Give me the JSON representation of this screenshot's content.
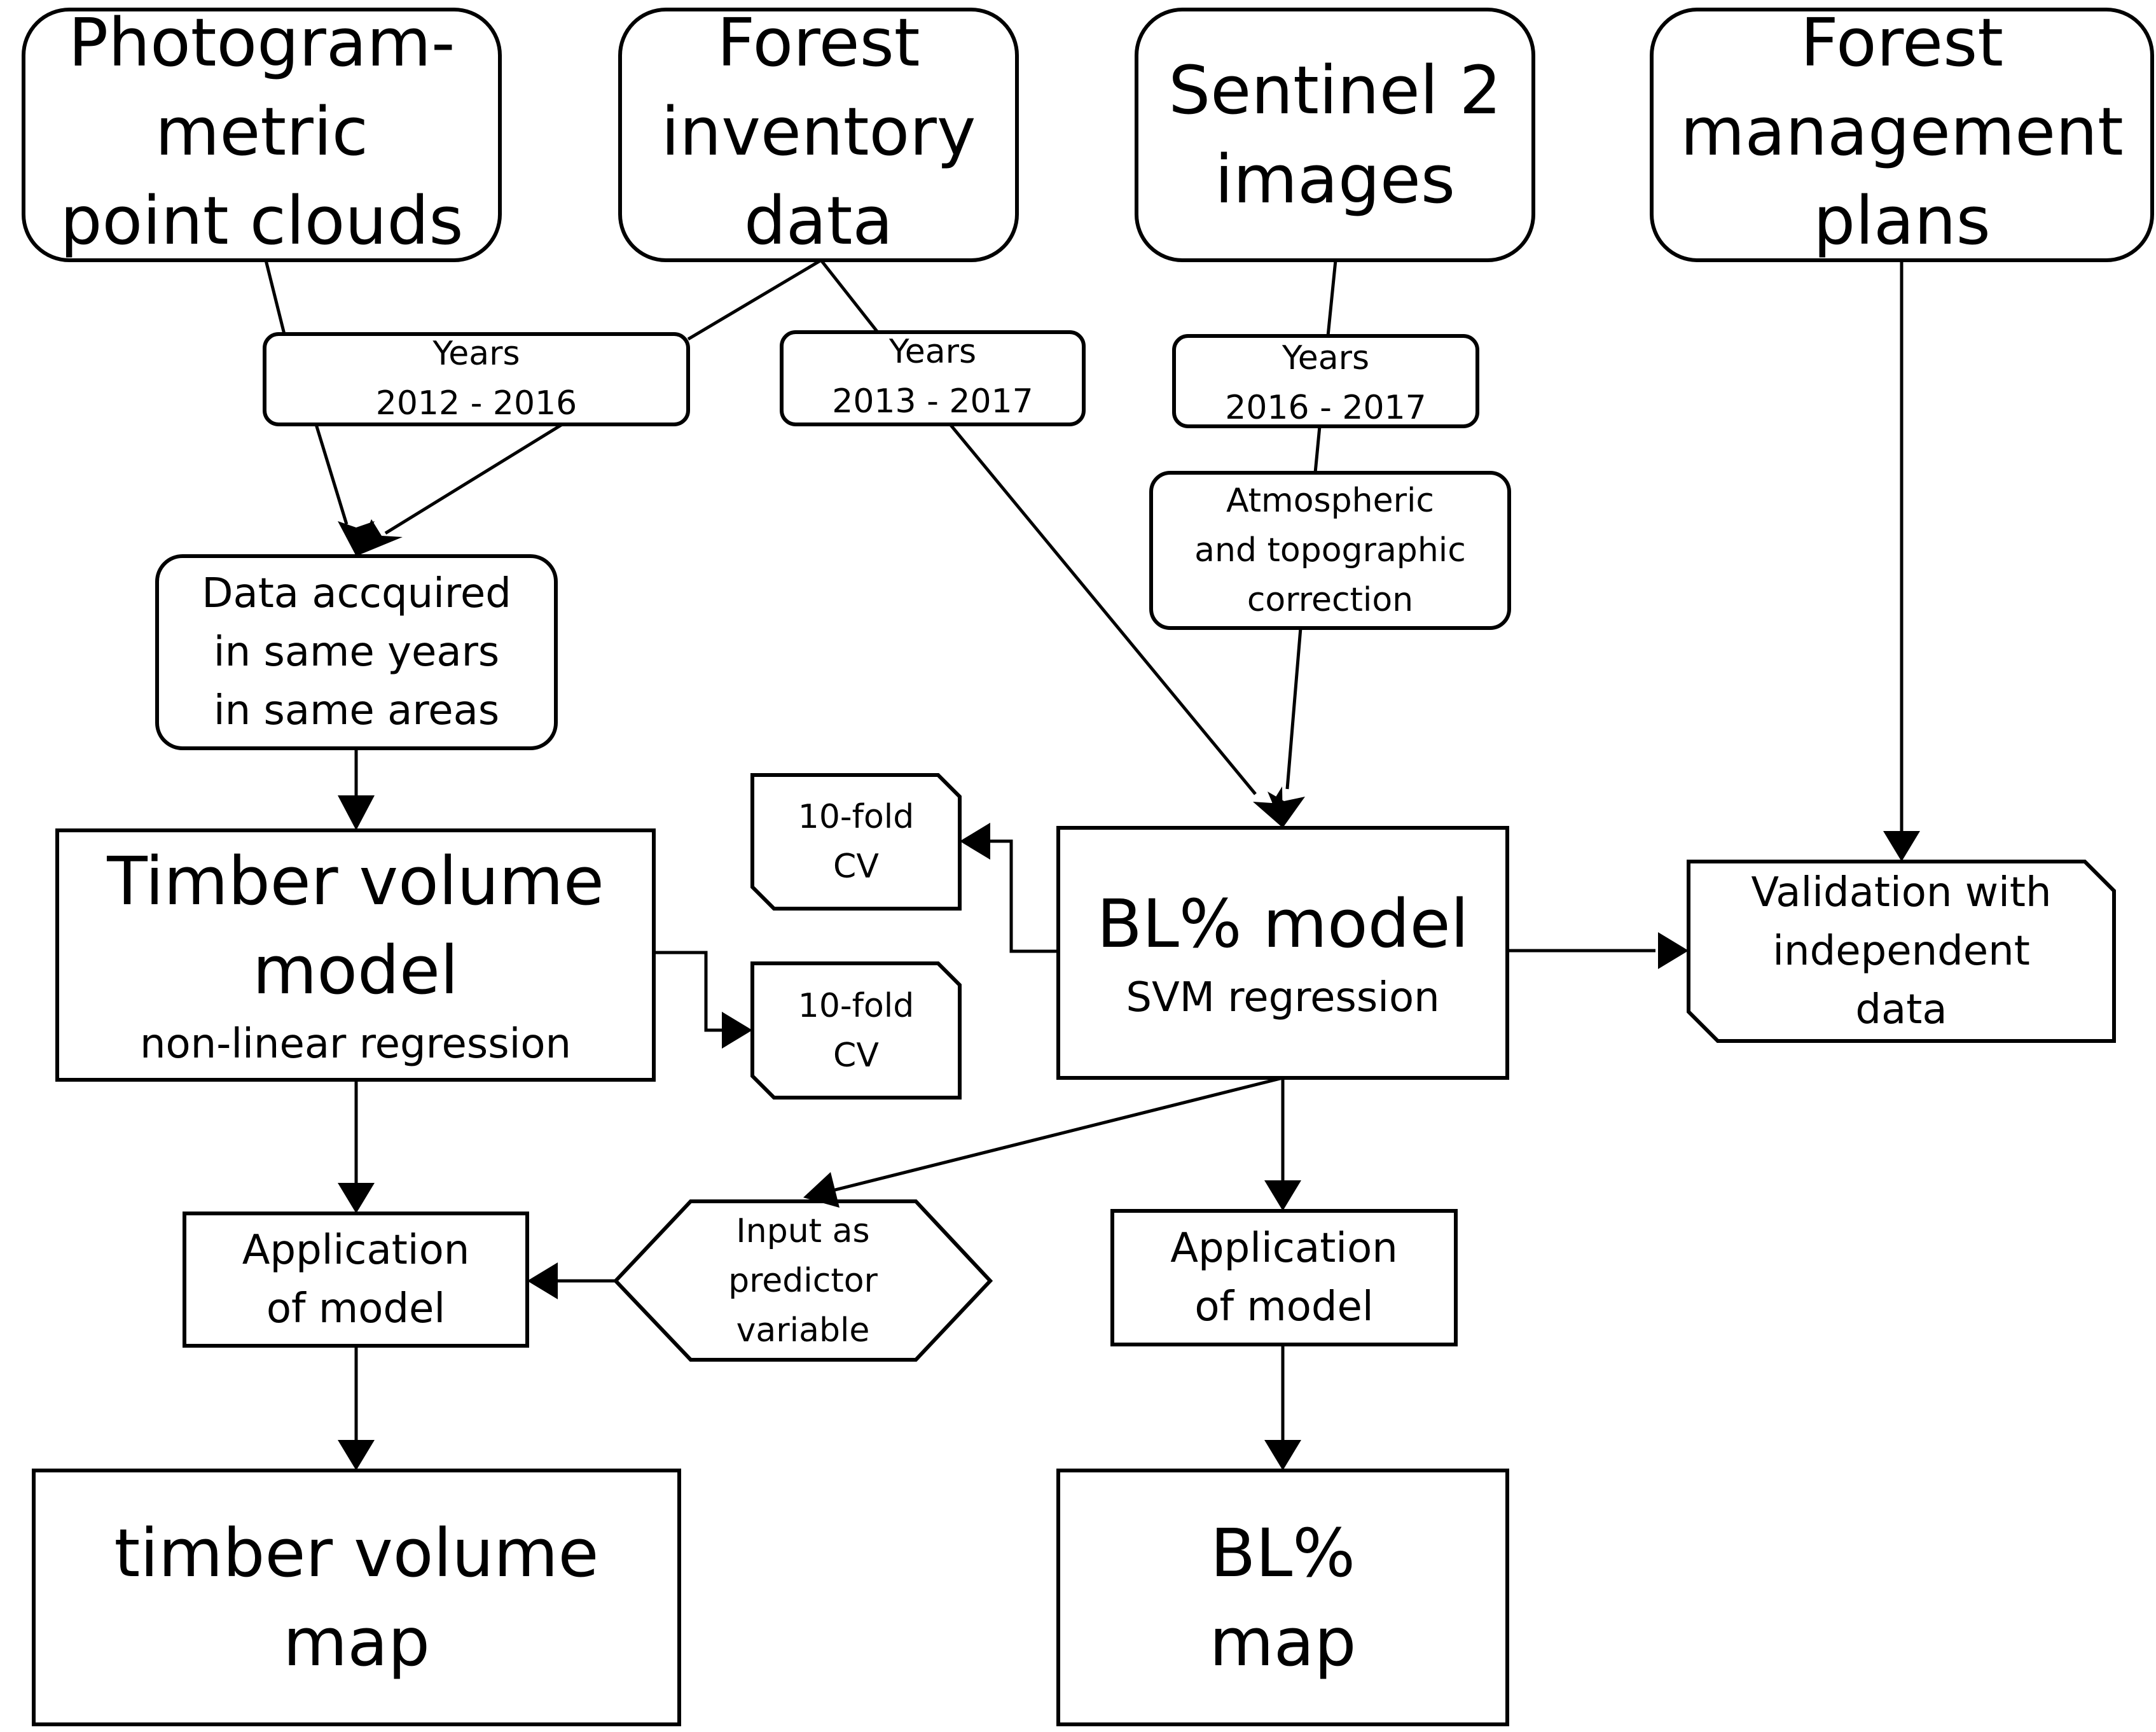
{
  "sources": {
    "photogrammetric": {
      "line1": "Photogram-",
      "line2": "metric",
      "line3": "point clouds"
    },
    "forest_inventory": {
      "line1": "Forest",
      "line2": "inventory",
      "line3": "data"
    },
    "sentinel": {
      "line1": "Sentinel 2",
      "line2": "images"
    },
    "forest_management": {
      "line1": "Forest",
      "line2": "management",
      "line3": "plans"
    }
  },
  "years": {
    "a": {
      "label": "Years",
      "range": "2012 - 2016"
    },
    "b": {
      "label": "Years",
      "range": "2013 - 2017"
    },
    "c": {
      "label": "Years",
      "range": "2016 - 2017"
    }
  },
  "correction": {
    "line1": "Atmospheric",
    "line2": "and topographic",
    "line3": "correction"
  },
  "same_years": {
    "line1": "Data accquired",
    "line2": "in same years",
    "line3": "in same areas"
  },
  "timber_model": {
    "line1": "Timber volume",
    "line2": "model",
    "method": "non-linear regression"
  },
  "bl_model": {
    "title": "BL% model",
    "method": "SVM regression"
  },
  "cv_a": {
    "line1": "10-fold",
    "line2": "CV"
  },
  "cv_b": {
    "line1": "10-fold",
    "line2": "CV"
  },
  "validation": {
    "line1": "Validation with",
    "line2": "independent",
    "line3": "data"
  },
  "predictor": {
    "line1": "Input as",
    "line2": "predictor",
    "line3": "variable"
  },
  "apply_timber": {
    "line1": "Application",
    "line2": "of model"
  },
  "apply_bl": {
    "line1": "Application",
    "line2": "of model"
  },
  "timber_map": {
    "line1": "timber volume",
    "line2": "map"
  },
  "bl_map": {
    "line1": "BL%",
    "line2": "map"
  }
}
